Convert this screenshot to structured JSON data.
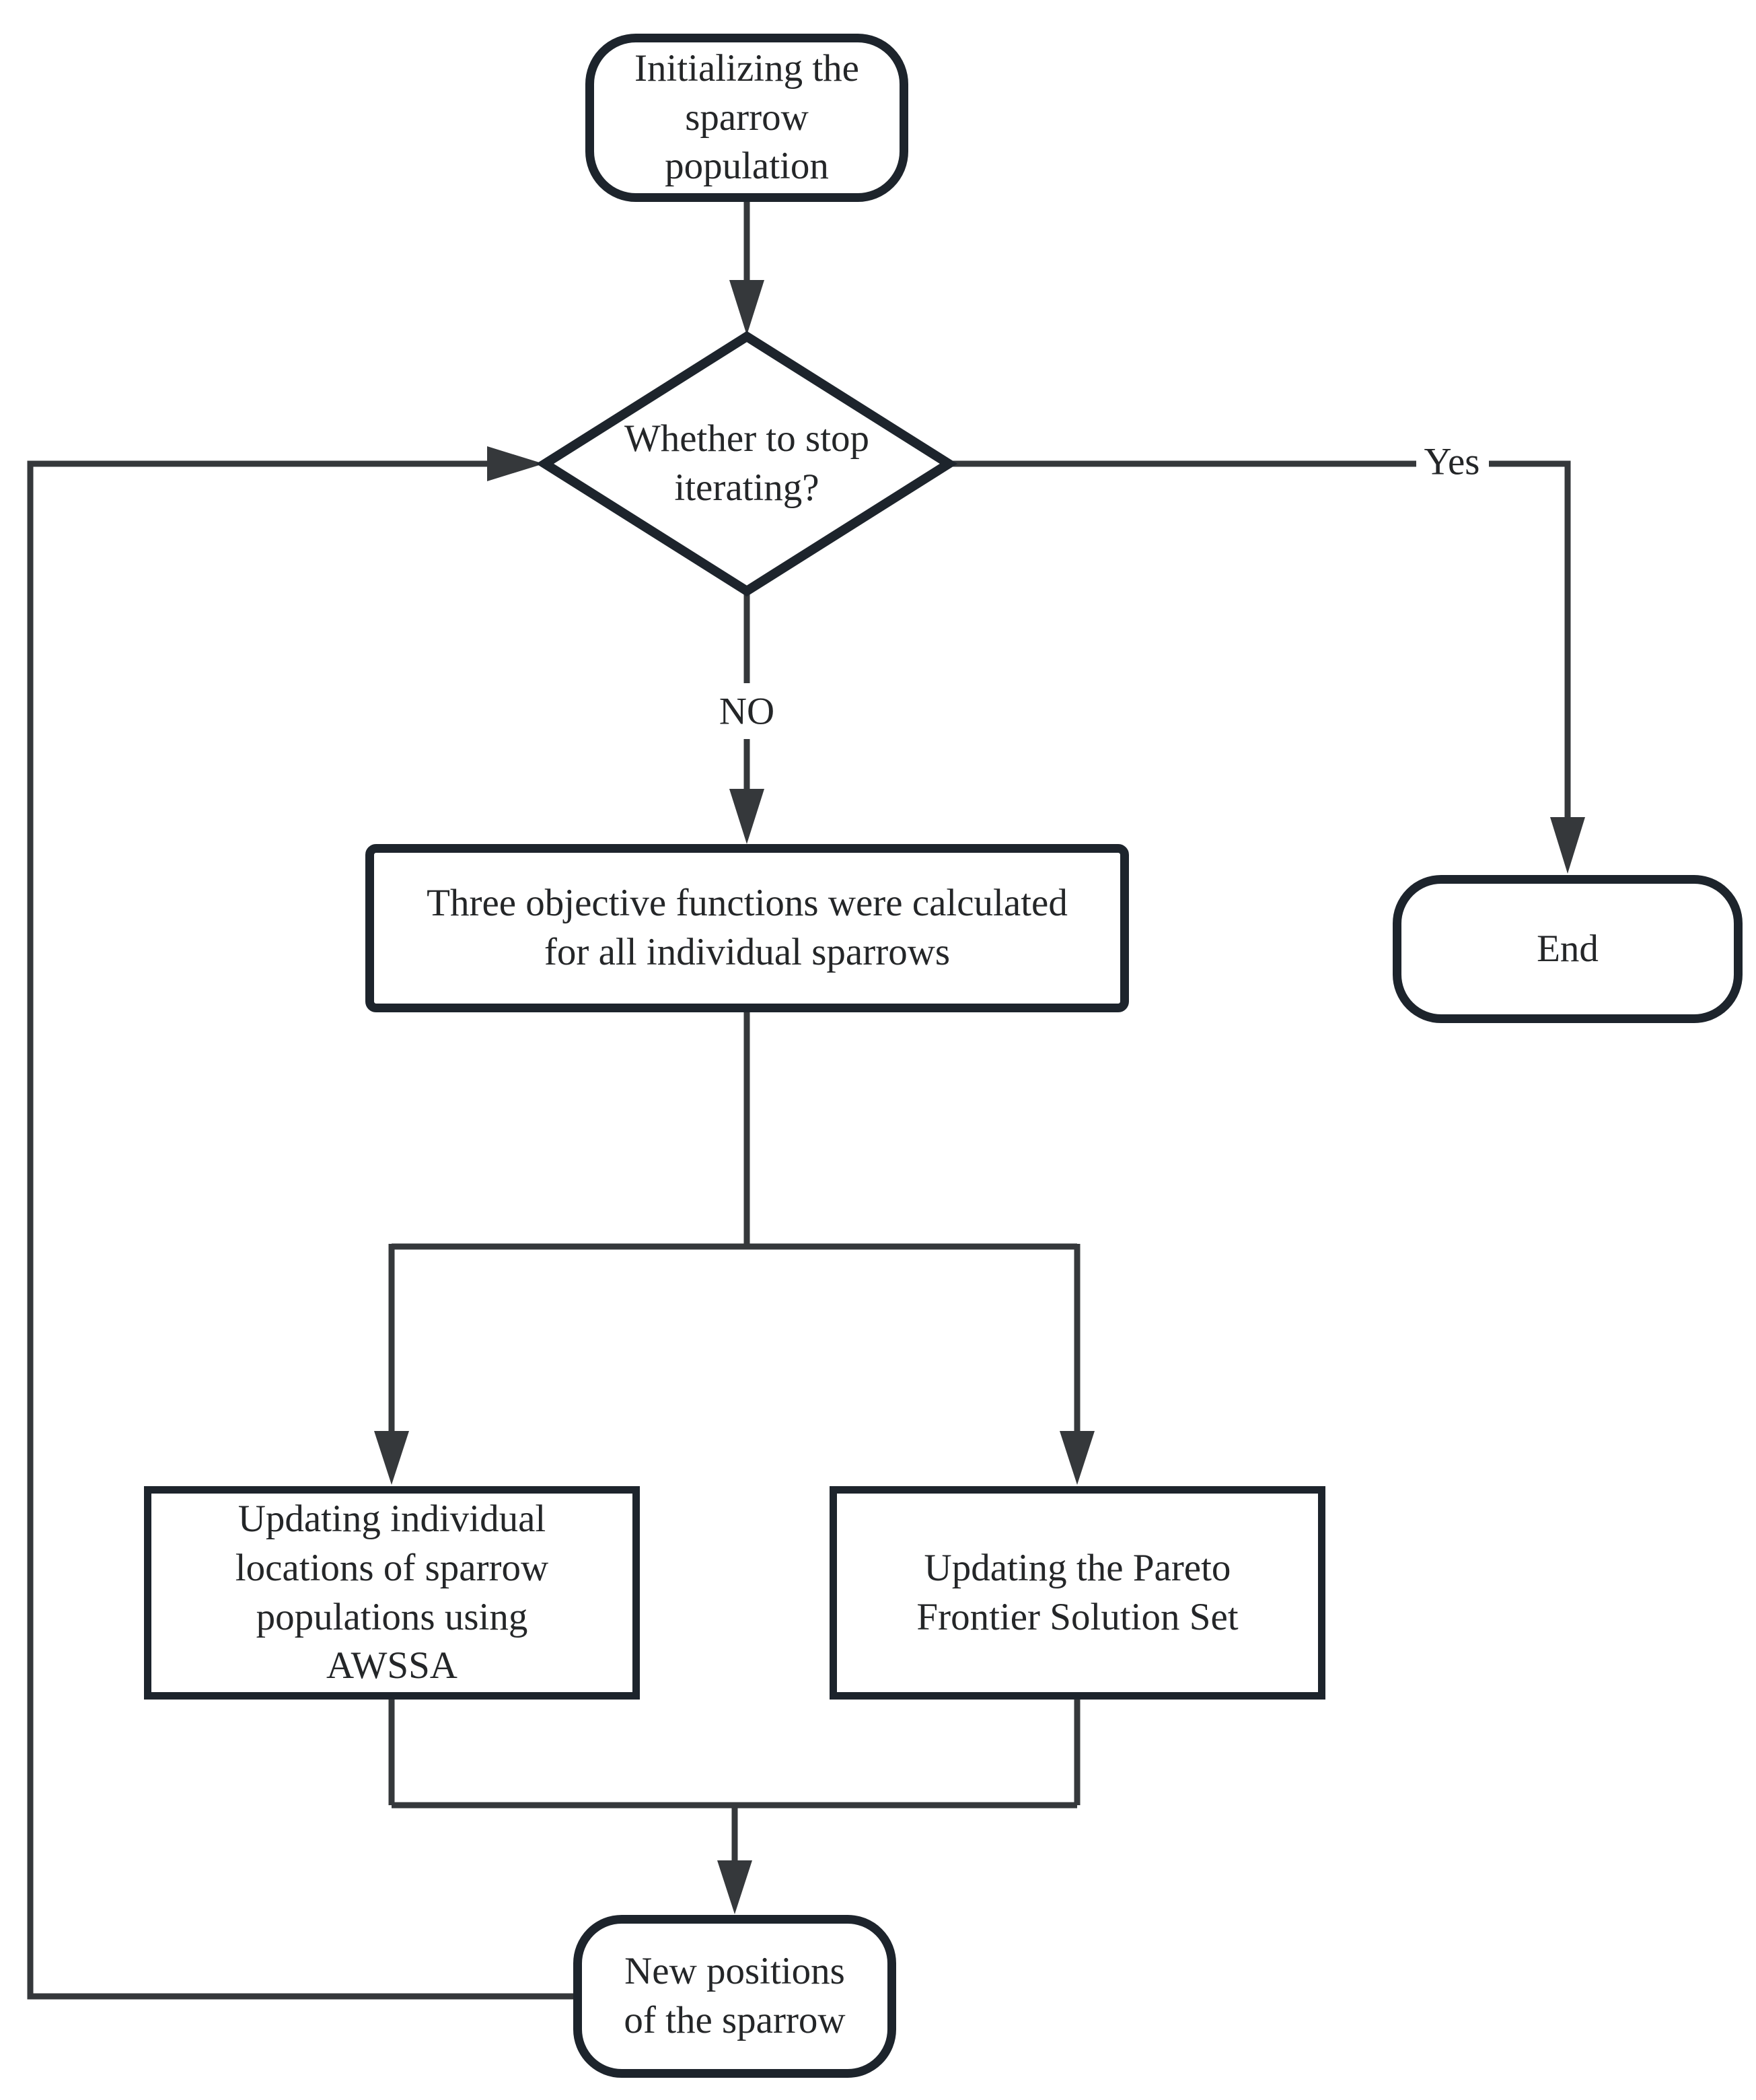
{
  "flowchart": {
    "colors": {
      "background": "#ffffff",
      "connector_line": "#35383b",
      "node_border": "#1d242c",
      "text": "#242628"
    },
    "nodes": {
      "start": {
        "shape": "rounded-terminator",
        "label": "Initializing the\nsparrow\npopulation"
      },
      "decision": {
        "shape": "diamond",
        "label": "Whether to stop\niterating?"
      },
      "calc_objectives": {
        "shape": "rectangle",
        "label": "Three objective functions were calculated\nfor all individual sparrows"
      },
      "update_locations": {
        "shape": "rectangle",
        "label": "Updating individual\nlocations of sparrow\npopulations using\nAWSSA"
      },
      "update_pareto": {
        "shape": "rectangle",
        "label": "Updating the Pareto\nFrontier Solution Set"
      },
      "new_positions": {
        "shape": "rounded-terminator",
        "label": "New positions\nof the sparrow"
      },
      "end": {
        "shape": "rounded-terminator",
        "label": "End"
      }
    },
    "edge_labels": {
      "yes": "Yes",
      "no": "NO"
    },
    "edges": [
      {
        "from": "start",
        "to": "decision"
      },
      {
        "from": "decision",
        "to": "end",
        "label": "Yes"
      },
      {
        "from": "decision",
        "to": "calc_objectives",
        "label": "NO"
      },
      {
        "from": "calc_objectives",
        "to": "update_locations"
      },
      {
        "from": "calc_objectives",
        "to": "update_pareto"
      },
      {
        "from": "update_locations",
        "to": "new_positions"
      },
      {
        "from": "update_pareto",
        "to": "new_positions"
      },
      {
        "from": "new_positions",
        "to": "decision",
        "label": ""
      }
    ]
  }
}
